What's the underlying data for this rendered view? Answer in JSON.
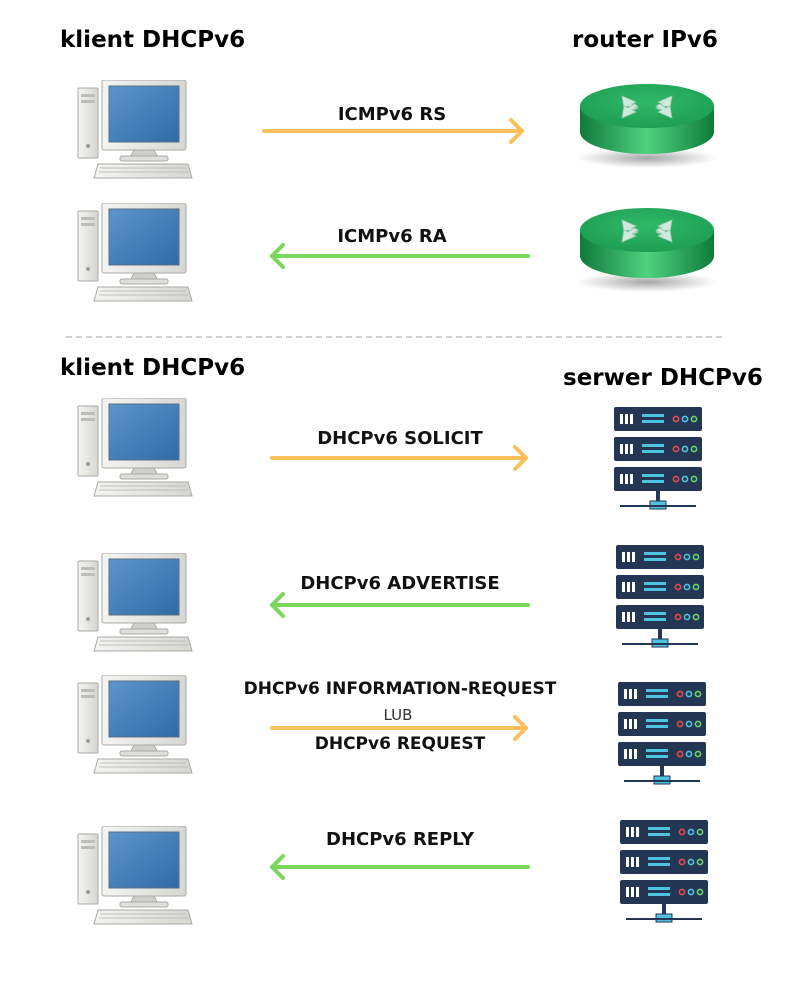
{
  "colors": {
    "request_arrow": "#fbbf5c",
    "response_arrow": "#79d85a",
    "router_body": "#1e9e52",
    "server_body": "#233654",
    "monitor_screen": "#2e6ba6"
  },
  "top_section": {
    "client_heading": "klient DHCPv6",
    "router_heading": "router IPv6",
    "messages": [
      {
        "label": "ICMPv6 RS",
        "direction": "to-router"
      },
      {
        "label": "ICMPv6 RA",
        "direction": "to-client"
      }
    ]
  },
  "bottom_section": {
    "client_heading": "klient DHCPv6",
    "server_heading": "serwer DHCPv6",
    "messages": [
      {
        "label": "DHCPv6 SOLICIT",
        "direction": "to-server"
      },
      {
        "label": "DHCPv6 ADVERTISE",
        "direction": "to-client"
      },
      {
        "label": "DHCPv6 INFORMATION-REQUEST",
        "or_text": "LUB",
        "label_alt": "DHCPv6 REQUEST",
        "direction": "to-server"
      },
      {
        "label": "DHCPv6 REPLY",
        "direction": "to-client"
      }
    ]
  }
}
